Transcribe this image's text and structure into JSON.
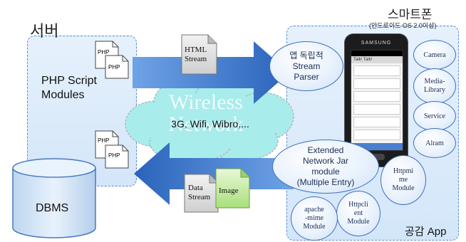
{
  "server": {
    "title": "서버",
    "modules_label": "PHP Script\nModules",
    "dbms_label": "DBMS",
    "doc_label": "PHP"
  },
  "smartphone": {
    "title": "스마트폰",
    "subtitle": "(안드로이드 OS 2.0이상)",
    "app_label": "공감 App",
    "phone_brand": "SAMSUNG",
    "phone_app_title": "Talk! Talk!"
  },
  "network": {
    "title": "Wireless\nNetwork",
    "protocols": "3G, Wifi, Wibro,..."
  },
  "arrows": {
    "html_stream": "HTML\nStream",
    "data_stream": "Data\nStream",
    "image": "Image"
  },
  "modules": {
    "stream_parser": "앱 독립적\nStream\nParser",
    "network_jar": "Extended\nNetwork Jar\nmodule\n(Multiple Entry)",
    "camera": "Camera",
    "media_library": "Media-\nLibrary",
    "service": "Service",
    "alram": "Alram",
    "httpmime": "Httpmi\nme\nModule",
    "httpclient": "Httpcli\nent\nModule",
    "apache_mime": "apache\n-mime\nModule"
  },
  "colors": {
    "arrow": "#2f6fc4",
    "panel_border": "#5b8bd6",
    "cloud": "#a9ecec"
  }
}
